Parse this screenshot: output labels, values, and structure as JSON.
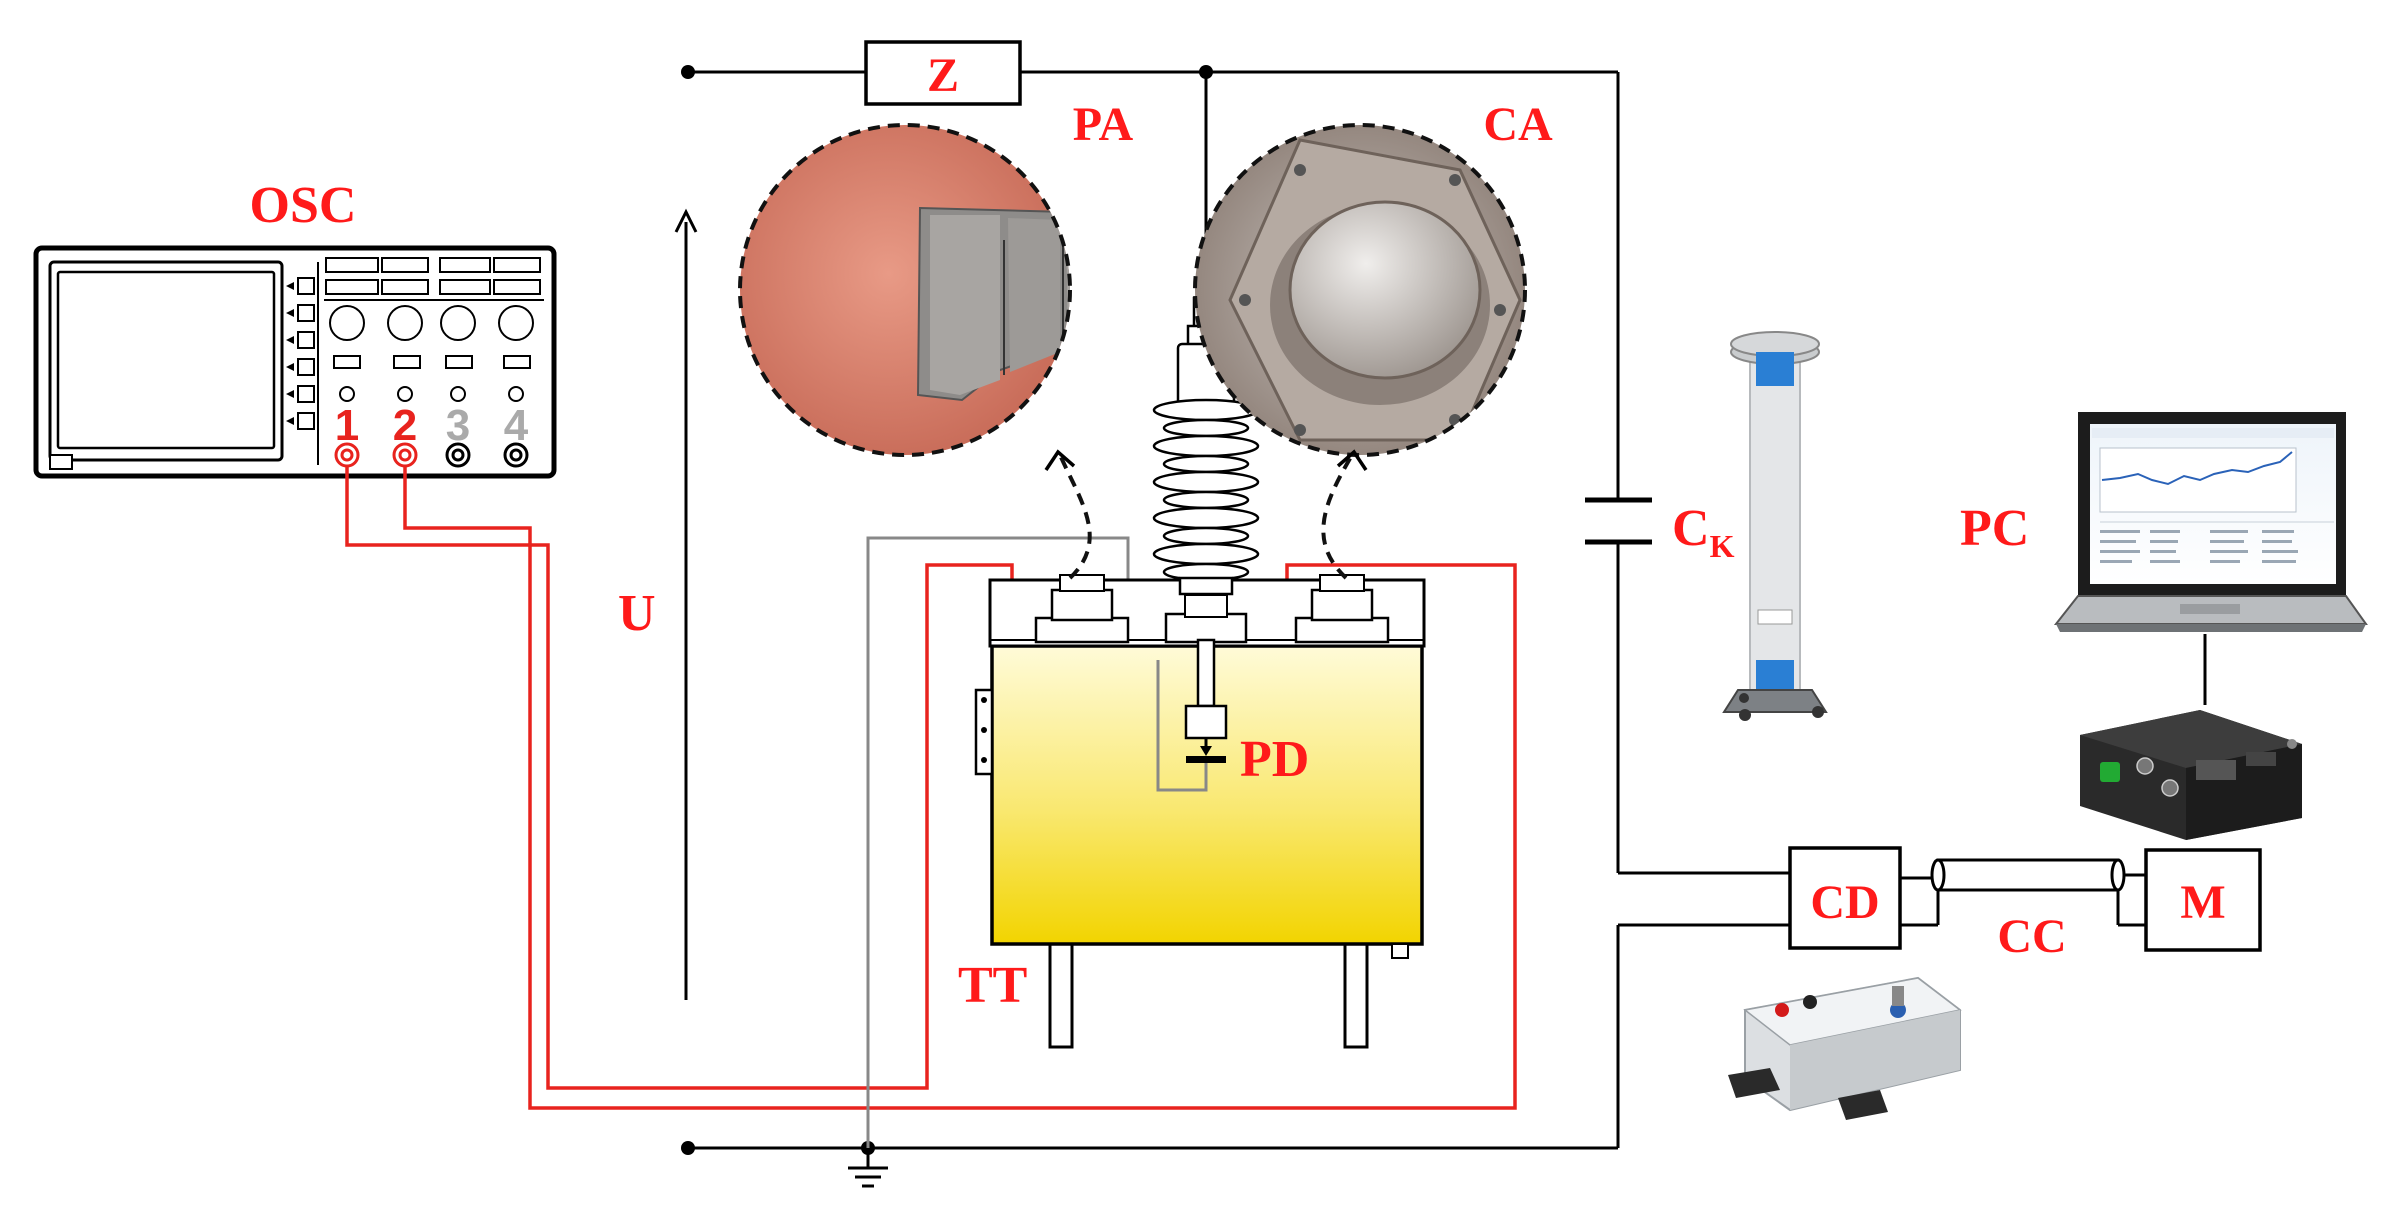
{
  "labels": {
    "osc": "OSC",
    "z": "Z",
    "pa": "PA",
    "ca": "CA",
    "u": "U",
    "ck": "C",
    "ck_sub": "K",
    "pc": "PC",
    "pd": "PD",
    "tt": "TT",
    "cd": "CD",
    "cc": "CC",
    "m": "M"
  },
  "channels": [
    "1",
    "2",
    "3",
    "4"
  ],
  "colors": {
    "label": "#ff1a1a",
    "red_wire": "#e8231e",
    "gray_wire": "#888888",
    "tank_top": "#fff9c4",
    "tank_bottom": "#f2d600",
    "pa_photo": "#d9826f",
    "ca_photo": "#a99a8f",
    "coupler_column": "#2a7fd4",
    "instrument": "#1c1c1c"
  },
  "icons": [
    "oscilloscope-icon",
    "laptop-icon",
    "pd-instrument-icon",
    "coupling-capacitor-icon",
    "coupling-device-icon",
    "ground-icon"
  ]
}
